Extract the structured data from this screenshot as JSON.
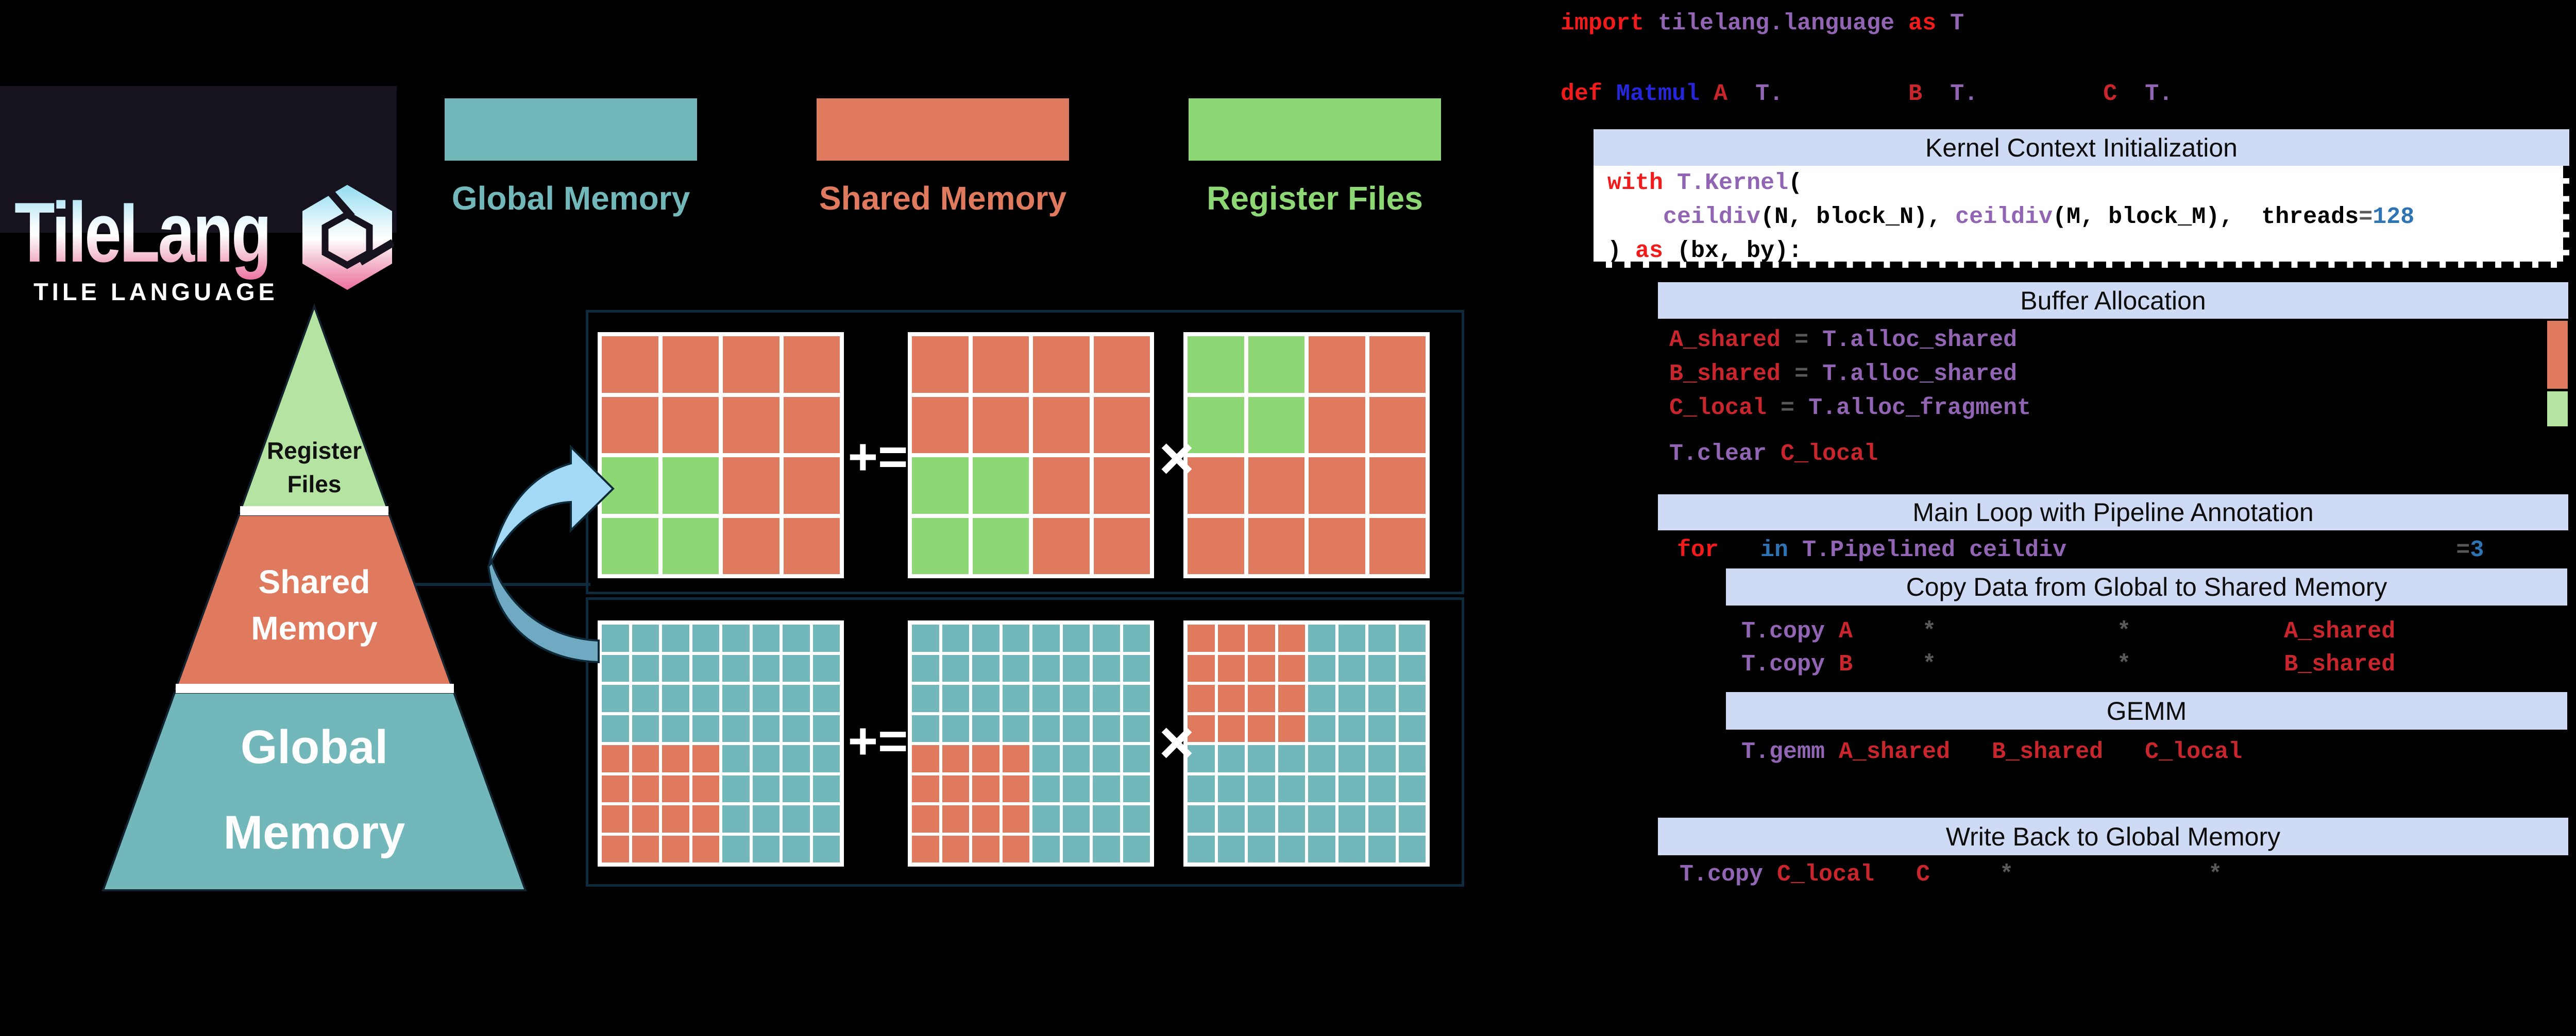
{
  "logo": {
    "title": "TileLang",
    "subtitle": "TILE LANGUAGE"
  },
  "legend": {
    "items": [
      {
        "label": "Global Memory",
        "color": "#72b8bb"
      },
      {
        "label": "Shared Memory",
        "color": "#df7a5e"
      },
      {
        "label": "Register Files",
        "color": "#8dd874"
      }
    ]
  },
  "pyramid": {
    "tiers": [
      {
        "lines": [
          "Register",
          "Files"
        ],
        "color": "#b5e3a2",
        "text": "#111111"
      },
      {
        "lines": [
          "Shared",
          "Memory"
        ],
        "color": "#df7a5e",
        "text": "#ffffff"
      },
      {
        "lines": [
          "Global",
          "Memory"
        ],
        "color": "#72b8bb",
        "text": "#ffffff"
      }
    ]
  },
  "matrix_demo": {
    "plus_equals": "+=",
    "times": "×",
    "cell_colors": {
      "s": "#df7a5e",
      "g": "#8dd874",
      "t": "#72b8bb"
    },
    "top_grids": [
      {
        "rows": [
          "ssss",
          "ssss",
          "ggss",
          "ggss"
        ]
      },
      {
        "rows": [
          "ssss",
          "ssss",
          "ggss",
          "ggss"
        ]
      },
      {
        "rows": [
          "ggss",
          "ggss",
          "ssss",
          "ssss"
        ]
      }
    ],
    "bottom_grids": [
      {
        "rows": [
          "tttttttt",
          "tttttttt",
          "tttttttt",
          "tttttttt",
          "sssstttt",
          "sssstttt",
          "sssstttt",
          "sssstttt"
        ]
      },
      {
        "rows": [
          "tttttttt",
          "tttttttt",
          "tttttttt",
          "tttttttt",
          "sssstttt",
          "sssstttt",
          "sssstttt",
          "sssstttt"
        ]
      },
      {
        "rows": [
          "sssstttt",
          "sssstttt",
          "sssstttt",
          "sssstttt",
          "tttttttt",
          "tttttttt",
          "tttttttt",
          "tttttttt"
        ]
      }
    ]
  },
  "code": {
    "palette": {
      "kw": "#f21b1b",
      "var": "#c8262c",
      "fn": "#9265b4",
      "num": "#2e74b5",
      "op": "#595959",
      "blk": "#000000",
      "blue": "#2626d9"
    },
    "headers": [
      {
        "label": "Kernel Context Initialization"
      },
      {
        "label": "Buffer Allocation"
      },
      {
        "label": "Main Loop with Pipeline Annotation"
      },
      {
        "label": "Copy Data from Global to Shared Memory"
      },
      {
        "label": "GEMM"
      },
      {
        "label": "Write Back to Global Memory"
      }
    ],
    "bars": [
      {
        "color": "#df7a5e"
      },
      {
        "color": "#b5e3a2"
      }
    ],
    "lines": [
      {
        "segs": [
          [
            "import",
            "kw"
          ],
          [
            " ",
            "blk"
          ],
          [
            "tilelang.language",
            "fn"
          ],
          [
            " ",
            "blk"
          ],
          [
            "as",
            "kw"
          ],
          [
            " ",
            "blk"
          ],
          [
            "T",
            "fn"
          ]
        ]
      },
      {
        "segs": [
          [
            "def",
            "kw"
          ],
          [
            " ",
            "blk"
          ],
          [
            "Matmul",
            "blue"
          ],
          [
            " ",
            "blk"
          ],
          [
            "A",
            "var"
          ],
          [
            "  ",
            "blk"
          ],
          [
            "T.",
            "fn"
          ],
          [
            "         ",
            "blk"
          ],
          [
            "B",
            "var"
          ],
          [
            "  ",
            "blk"
          ],
          [
            "T.",
            "fn"
          ],
          [
            "         ",
            "blk"
          ],
          [
            "C",
            "var"
          ],
          [
            "  ",
            "blk"
          ],
          [
            "T.",
            "fn"
          ]
        ]
      },
      {
        "segs": [
          [
            "with",
            "kw"
          ],
          [
            " ",
            "blk"
          ],
          [
            "T.Kernel",
            "fn"
          ],
          [
            "(",
            "blk"
          ]
        ]
      },
      {
        "segs": [
          [
            "    ",
            "blk"
          ],
          [
            "ceildiv",
            "fn"
          ],
          [
            "(N, block_N), ",
            "blk"
          ],
          [
            "ceildiv",
            "fn"
          ],
          [
            "(M, block_M),  threads",
            "blk"
          ],
          [
            "=",
            "op"
          ],
          [
            "128",
            "num"
          ]
        ]
      },
      {
        "segs": [
          [
            ") ",
            "blk"
          ],
          [
            "as",
            "kw"
          ],
          [
            " (bx, by):",
            "blk"
          ]
        ]
      },
      {
        "segs": [
          [
            "A_shared",
            "var"
          ],
          [
            " ",
            "blk"
          ],
          [
            "=",
            "op"
          ],
          [
            " ",
            "blk"
          ],
          [
            "T.alloc_shared",
            "fn"
          ]
        ]
      },
      {
        "segs": [
          [
            "B_shared",
            "var"
          ],
          [
            " ",
            "blk"
          ],
          [
            "=",
            "op"
          ],
          [
            " ",
            "blk"
          ],
          [
            "T.alloc_shared",
            "fn"
          ]
        ]
      },
      {
        "segs": [
          [
            "C_local",
            "var"
          ],
          [
            " ",
            "blk"
          ],
          [
            "=",
            "op"
          ],
          [
            " ",
            "blk"
          ],
          [
            "T.alloc_fragment",
            "fn"
          ]
        ]
      },
      {
        "segs": [
          [
            "T.clear",
            "fn"
          ],
          [
            " ",
            "blk"
          ],
          [
            "C_local",
            "var"
          ]
        ]
      },
      {
        "segs": [
          [
            "for",
            "kw"
          ],
          [
            "   ",
            "blk"
          ],
          [
            "in",
            "num"
          ],
          [
            " ",
            "blk"
          ],
          [
            "T.Pipelined",
            "fn"
          ],
          [
            " ",
            "blk"
          ],
          [
            "ceildiv",
            "fn"
          ],
          [
            "                            ",
            "blk"
          ],
          [
            "=",
            "op"
          ],
          [
            "3",
            "num"
          ]
        ]
      },
      {
        "segs": [
          [
            "T.copy",
            "fn"
          ],
          [
            " ",
            "blk"
          ],
          [
            "A",
            "var"
          ],
          [
            "     ",
            "blk"
          ],
          [
            "*",
            "op"
          ],
          [
            "             ",
            "blk"
          ],
          [
            "*",
            "op"
          ],
          [
            "           ",
            "blk"
          ],
          [
            "A_shared",
            "var"
          ]
        ]
      },
      {
        "segs": [
          [
            "T.copy",
            "fn"
          ],
          [
            " ",
            "blk"
          ],
          [
            "B",
            "var"
          ],
          [
            "     ",
            "blk"
          ],
          [
            "*",
            "op"
          ],
          [
            "             ",
            "blk"
          ],
          [
            "*",
            "op"
          ],
          [
            "           ",
            "blk"
          ],
          [
            "B_shared",
            "var"
          ]
        ]
      },
      {
        "segs": [
          [
            "T.gemm",
            "fn"
          ],
          [
            " ",
            "blk"
          ],
          [
            "A_shared",
            "var"
          ],
          [
            "   ",
            "blk"
          ],
          [
            "B_shared",
            "var"
          ],
          [
            "   ",
            "blk"
          ],
          [
            "C_local",
            "var"
          ]
        ]
      },
      {
        "segs": [
          [
            "T.copy",
            "fn"
          ],
          [
            " ",
            "blk"
          ],
          [
            "C_local",
            "var"
          ],
          [
            "   ",
            "blk"
          ],
          [
            "C",
            "var"
          ],
          [
            "     ",
            "blk"
          ],
          [
            "*",
            "op"
          ],
          [
            "              ",
            "blk"
          ],
          [
            "*",
            "op"
          ]
        ]
      }
    ]
  }
}
